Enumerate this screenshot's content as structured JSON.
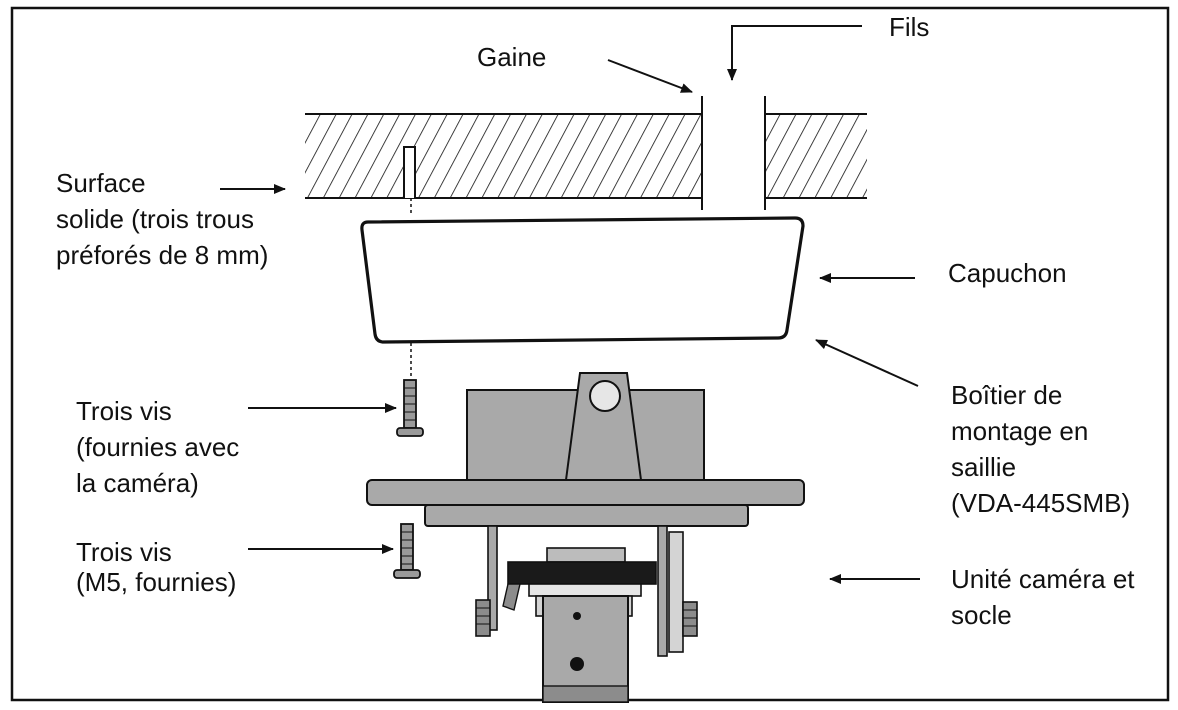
{
  "labels": {
    "gaine": "Gaine",
    "fils": "Fils",
    "surface": [
      "Surface",
      "solide (trois trous",
      "préforés de 8 mm)"
    ],
    "capuchon": "Capuchon",
    "boitier": [
      "Boîtier de",
      "montage en",
      "saillie",
      "(VDA-445SMB)"
    ],
    "vis1": [
      "Trois vis",
      "(fournies avec",
      "la caméra)"
    ],
    "vis2": [
      "Trois vis",
      "(M5, fournies)"
    ],
    "unite": [
      "Unité caméra et",
      "socle"
    ]
  },
  "colors": {
    "line": "#111111",
    "part_fill": "#a9a9a9",
    "part_dark": "#8c8c8c",
    "part_black": "#1a1a1a",
    "background": "#ffffff"
  }
}
